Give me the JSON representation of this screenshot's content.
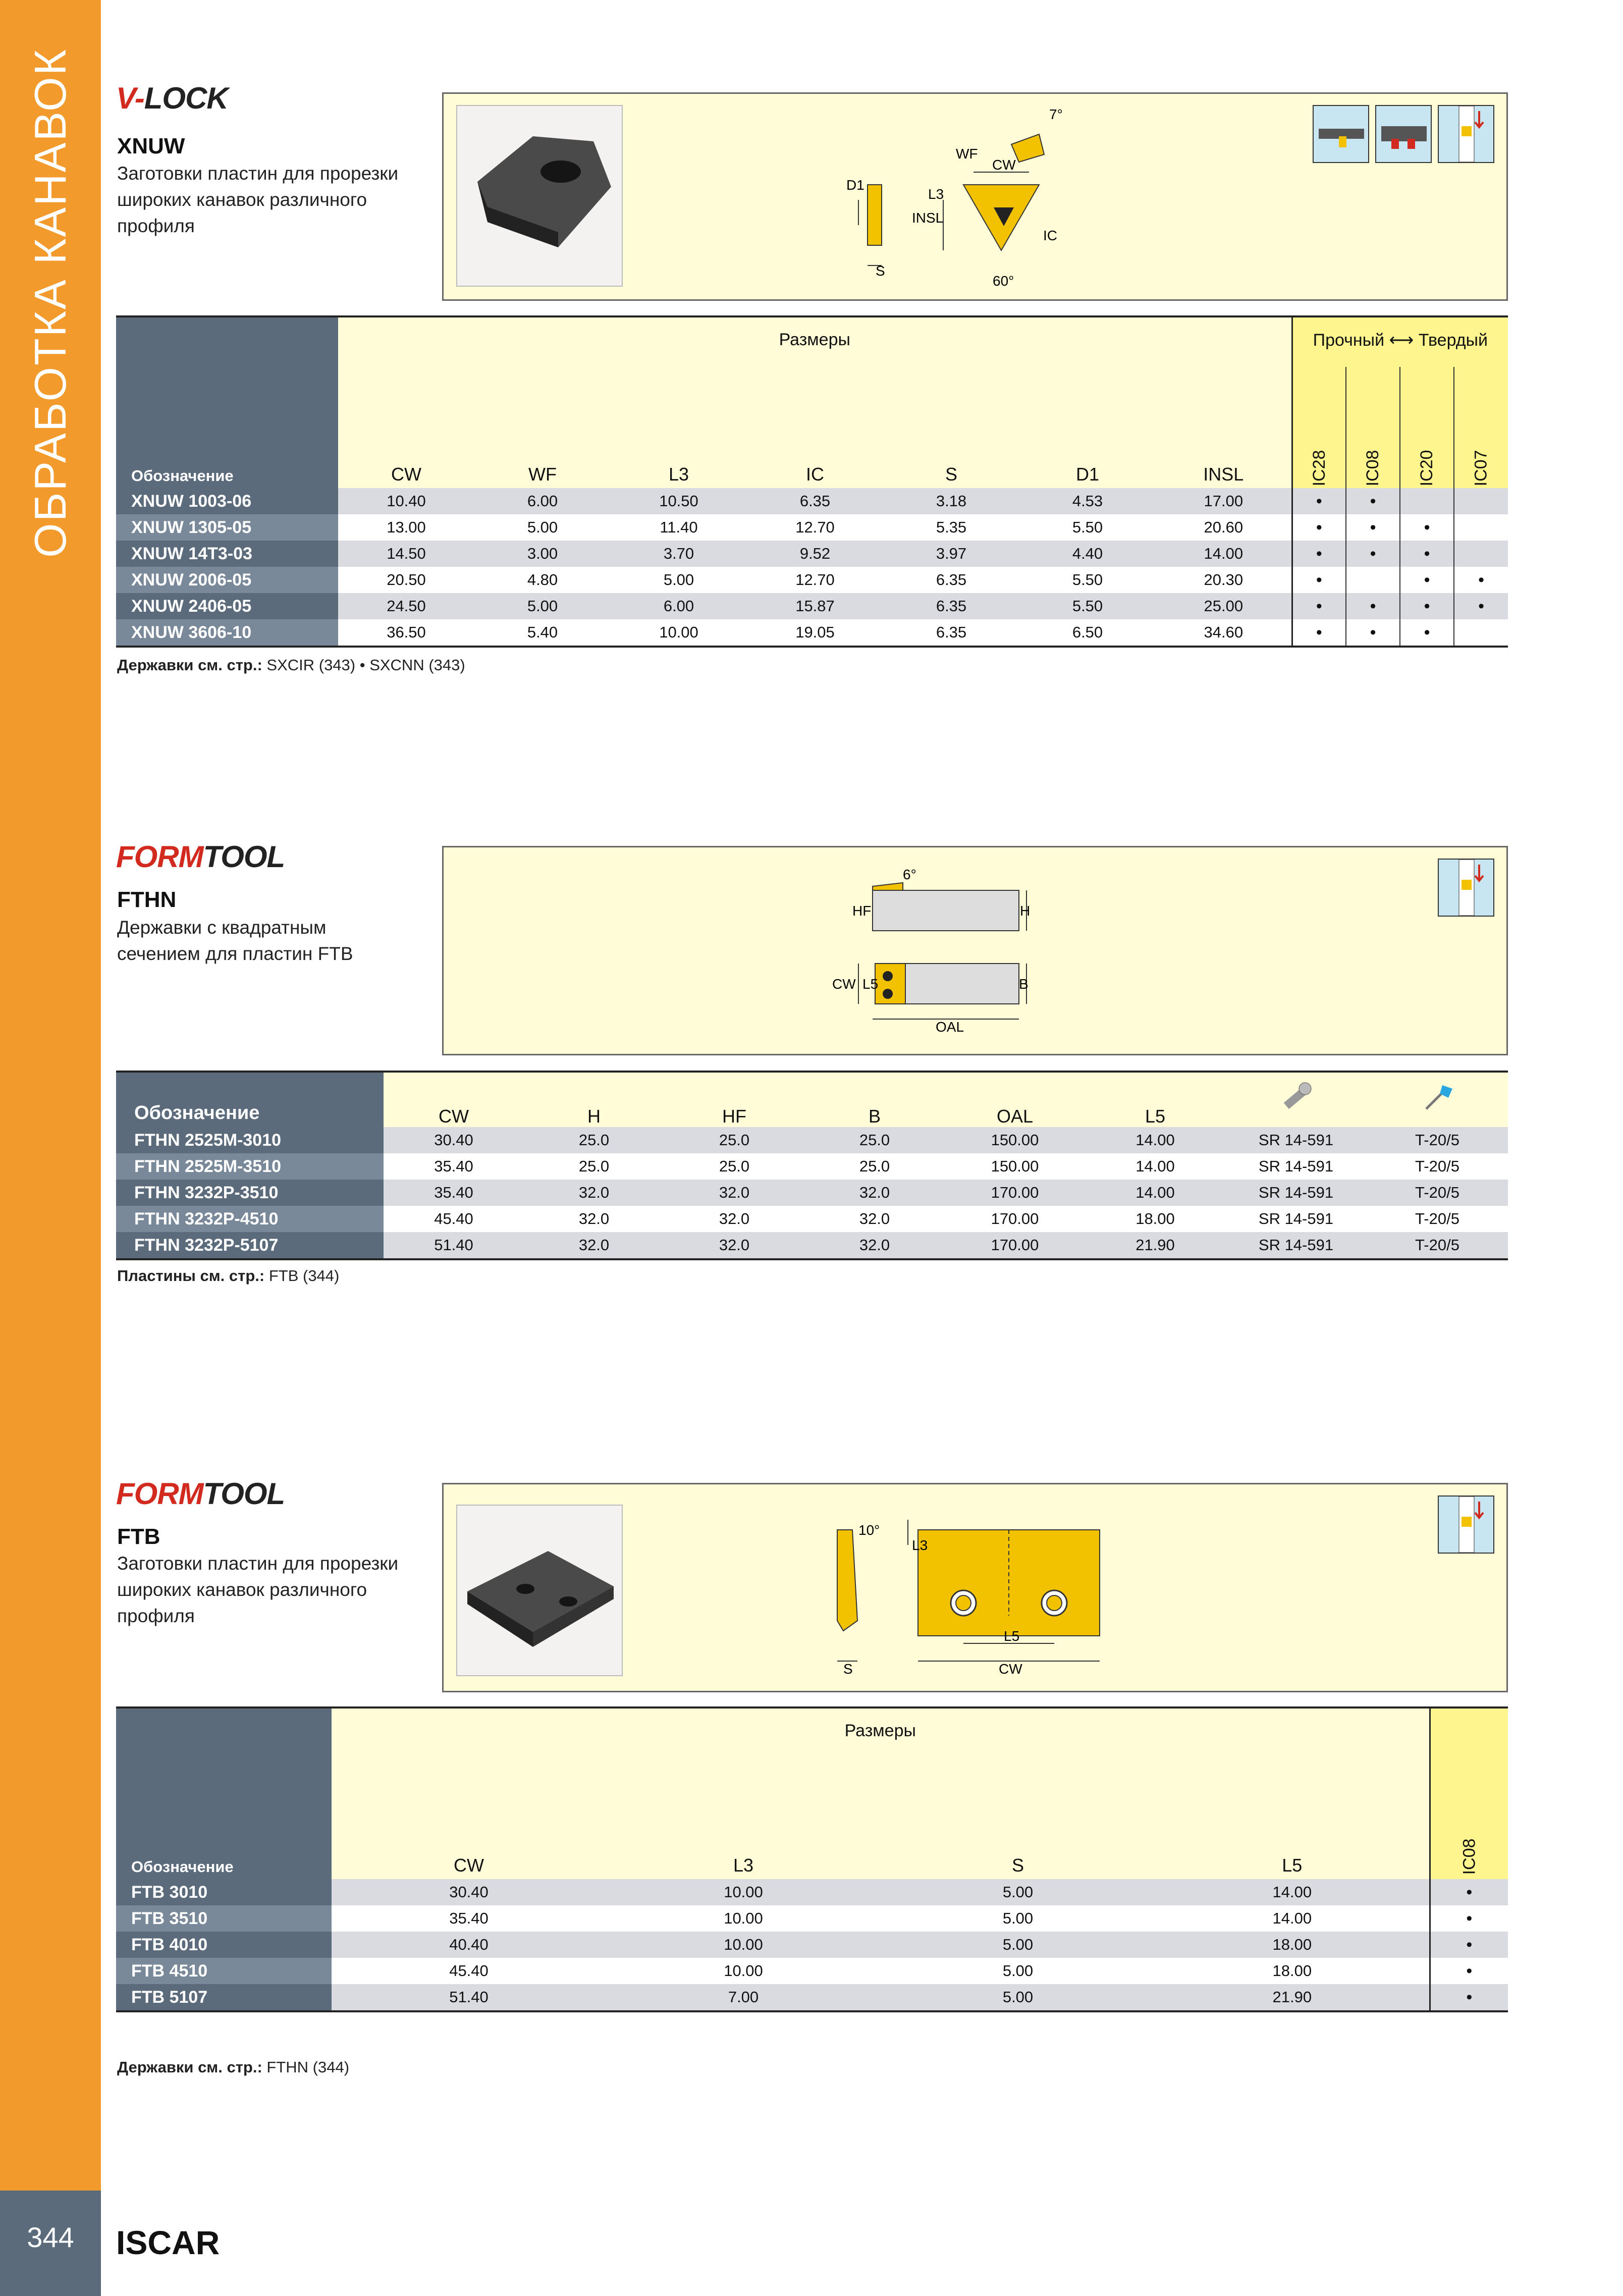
{
  "sidebar": {
    "section_title": "ОБРАБОТКА КАНАВОК",
    "page_number": "344"
  },
  "footer": {
    "brand": "ISCAR"
  },
  "colors": {
    "accent_orange": "#f39a2c",
    "header_slate": "#5b6b7b",
    "panel_yellow": "#fffcd7",
    "insert_gold": "#f2c200"
  },
  "sections": [
    {
      "logo_a": "V-",
      "logo_b": "LOCK",
      "code": "XNUW",
      "description": "Заготовки пластин для прорезки широких канавок различного профиля",
      "diagram": {
        "labels": [
          "7°",
          "WF",
          "CW",
          "D1",
          "L3",
          "INSL",
          "IC",
          "S",
          "60°"
        ]
      },
      "table": {
        "header_group": "Размеры",
        "grade_header": "Прочный ⟷ Твердый",
        "designation_label": "Обозначение",
        "columns": [
          "CW",
          "WF",
          "L3",
          "IC",
          "S",
          "D1",
          "INSL"
        ],
        "grades": [
          "IC28",
          "IC08",
          "IC20",
          "IC07"
        ],
        "rows": [
          {
            "name": "XNUW 1003-06",
            "values": [
              "10.40",
              "6.00",
              "10.50",
              "6.35",
              "3.18",
              "4.53",
              "17.00"
            ],
            "grades": [
              "•",
              "•",
              "",
              ""
            ]
          },
          {
            "name": "XNUW 1305-05",
            "values": [
              "13.00",
              "5.00",
              "11.40",
              "12.70",
              "5.35",
              "5.50",
              "20.60"
            ],
            "grades": [
              "•",
              "•",
              "•",
              ""
            ]
          },
          {
            "name": "XNUW 14T3-03",
            "values": [
              "14.50",
              "3.00",
              "3.70",
              "9.52",
              "3.97",
              "4.40",
              "14.00"
            ],
            "grades": [
              "•",
              "•",
              "•",
              ""
            ]
          },
          {
            "name": "XNUW 2006-05",
            "values": [
              "20.50",
              "4.80",
              "5.00",
              "12.70",
              "6.35",
              "5.50",
              "20.30"
            ],
            "grades": [
              "•",
              "",
              "•",
              "•"
            ]
          },
          {
            "name": "XNUW 2406-05",
            "values": [
              "24.50",
              "5.00",
              "6.00",
              "15.87",
              "6.35",
              "5.50",
              "25.00"
            ],
            "grades": [
              "•",
              "•",
              "•",
              "•"
            ]
          },
          {
            "name": "XNUW 3606-10",
            "values": [
              "36.50",
              "5.40",
              "10.00",
              "19.05",
              "6.35",
              "6.50",
              "34.60"
            ],
            "grades": [
              "•",
              "•",
              "•",
              ""
            ]
          }
        ]
      },
      "reference_label": "Державки см. стр.:",
      "reference_text": "SXCIR (343) • SXCNN (343)"
    },
    {
      "logo_a": "FORM",
      "logo_b": "TOOL",
      "code": "FTHN",
      "description": "Державки с квадратным сечением для пластин FTB",
      "diagram": {
        "labels": [
          "6°",
          "HF",
          "H",
          "CW",
          "L5",
          "B",
          "OAL"
        ]
      },
      "table": {
        "designation_label": "Обозначение",
        "columns": [
          "CW",
          "H",
          "HF",
          "B",
          "OAL",
          "L5"
        ],
        "icon_columns": [
          "screw-icon",
          "key-icon"
        ],
        "rows": [
          {
            "name": "FTHN 2525M-3010",
            "values": [
              "30.40",
              "25.0",
              "25.0",
              "25.0",
              "150.00",
              "14.00",
              "SR 14-591",
              "T-20/5"
            ]
          },
          {
            "name": "FTHN 2525M-3510",
            "values": [
              "35.40",
              "25.0",
              "25.0",
              "25.0",
              "150.00",
              "14.00",
              "SR 14-591",
              "T-20/5"
            ]
          },
          {
            "name": "FTHN 3232P-3510",
            "values": [
              "35.40",
              "32.0",
              "32.0",
              "32.0",
              "170.00",
              "14.00",
              "SR 14-591",
              "T-20/5"
            ]
          },
          {
            "name": "FTHN 3232P-4510",
            "values": [
              "45.40",
              "32.0",
              "32.0",
              "32.0",
              "170.00",
              "18.00",
              "SR 14-591",
              "T-20/5"
            ]
          },
          {
            "name": "FTHN 3232P-5107",
            "values": [
              "51.40",
              "32.0",
              "32.0",
              "32.0",
              "170.00",
              "21.90",
              "SR 14-591",
              "T-20/5"
            ]
          }
        ]
      },
      "reference_label": "Пластины см. стр.:",
      "reference_text": "FTB (344)"
    },
    {
      "logo_a": "FORM",
      "logo_b": "TOOL",
      "code": "FTB",
      "description": "Заготовки пластин для прорезки широких канавок различного профиля",
      "diagram": {
        "labels": [
          "10°",
          "L3",
          "S",
          "L5",
          "CW"
        ]
      },
      "table": {
        "header_group": "Размеры",
        "designation_label": "Обозначение",
        "columns": [
          "CW",
          "L3",
          "S",
          "L5"
        ],
        "grades": [
          "IC08"
        ],
        "rows": [
          {
            "name": "FTB 3010",
            "values": [
              "30.40",
              "10.00",
              "5.00",
              "14.00"
            ],
            "grades": [
              "•"
            ]
          },
          {
            "name": "FTB 3510",
            "values": [
              "35.40",
              "10.00",
              "5.00",
              "14.00"
            ],
            "grades": [
              "•"
            ]
          },
          {
            "name": "FTB 4010",
            "values": [
              "40.40",
              "10.00",
              "5.00",
              "18.00"
            ],
            "grades": [
              "•"
            ]
          },
          {
            "name": "FTB 4510",
            "values": [
              "45.40",
              "10.00",
              "5.00",
              "18.00"
            ],
            "grades": [
              "•"
            ]
          },
          {
            "name": "FTB 5107",
            "values": [
              "51.40",
              "7.00",
              "5.00",
              "21.90"
            ],
            "grades": [
              "•"
            ]
          }
        ]
      },
      "reference_label": "Державки см. стр.:",
      "reference_text": "FTHN (344)"
    }
  ]
}
